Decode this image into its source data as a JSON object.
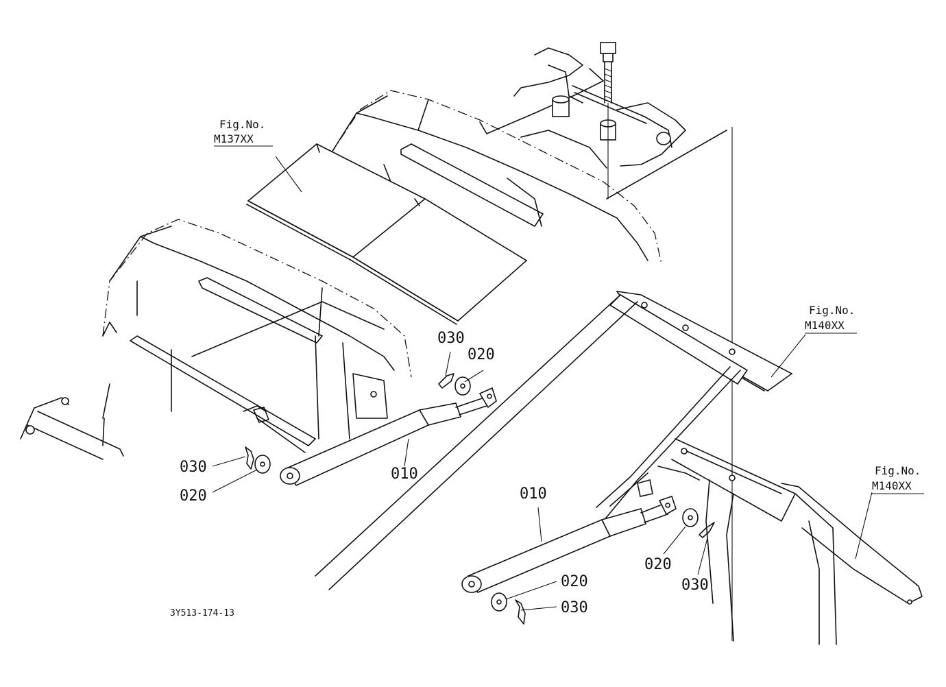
{
  "figure_refs": {
    "m137": {
      "label": "Fig.No.",
      "code": "M137XX"
    },
    "m140_upper": {
      "label": "Fig.No.",
      "code": "M140XX"
    },
    "m140_lower": {
      "label": "Fig.No.",
      "code": "M140XX"
    }
  },
  "callouts": {
    "c030_a": "030",
    "c020_a": "020",
    "c030_b": "030",
    "c020_b": "020",
    "c010_a": "010",
    "c010_b": "010",
    "c020_c": "020",
    "c030_c": "030",
    "c020_d": "020",
    "c030_d": "030"
  },
  "drawing_code": "3Y513-174-13"
}
